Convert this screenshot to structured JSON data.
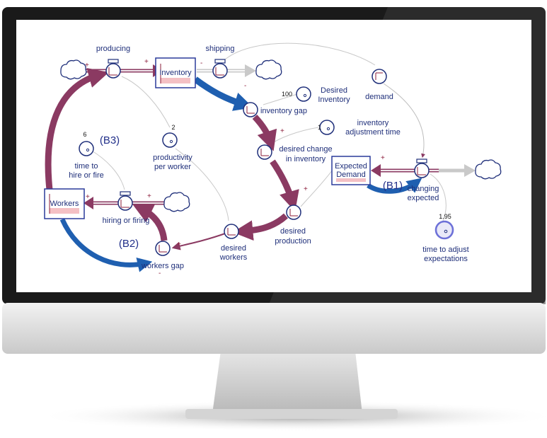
{
  "stocks": {
    "inventory": "Inventory",
    "workers": "Workers",
    "expected_demand_line1": "Expected",
    "expected_demand_line2": "Demand"
  },
  "flows": {
    "producing": "producing",
    "shipping": "shipping",
    "hiring_line1": "hiring or firing",
    "changing_line1": "changing",
    "changing_line2": "expected"
  },
  "variables": {
    "desired_inventory_line1": "Desired",
    "desired_inventory_line2": "Inventory",
    "demand": "demand",
    "inventory_gap": "inventory gap",
    "inv_adj_line1": "inventory",
    "inv_adj_line2": "adjustment time",
    "desired_change_line1": "desired change",
    "desired_change_line2": "in inventory",
    "desired_production_line1": "desired",
    "desired_production_line2": "production",
    "desired_workers_line1": "desired",
    "desired_workers_line2": "workers",
    "workers_gap": "workers gap",
    "productivity_line1": "productivity",
    "productivity_line2": "per worker",
    "time_hire_line1": "time to",
    "time_hire_line2": "hire or fire",
    "time_adjust_line1": "time to adjust",
    "time_adjust_line2": "expectations"
  },
  "values": {
    "desired_inventory": "100",
    "inv_adj_time": "1",
    "productivity": "2",
    "time_hire": "6",
    "time_adjust": "1.95"
  },
  "loops": {
    "b1": "(B1)",
    "b2": "(B2)",
    "b3": "(B3)"
  },
  "signs": {
    "plus": "+",
    "minus": "-"
  },
  "colors": {
    "stock_border": "#2a3a9a",
    "stock_fill": "#f4c0c4",
    "flow_arrow": "#8b3a62",
    "balancing_arrow": "#1f5fb0",
    "link_line": "#c8c8c8",
    "label_text": "#1f2f7a",
    "monitor_frame": "#1a1a1a"
  }
}
